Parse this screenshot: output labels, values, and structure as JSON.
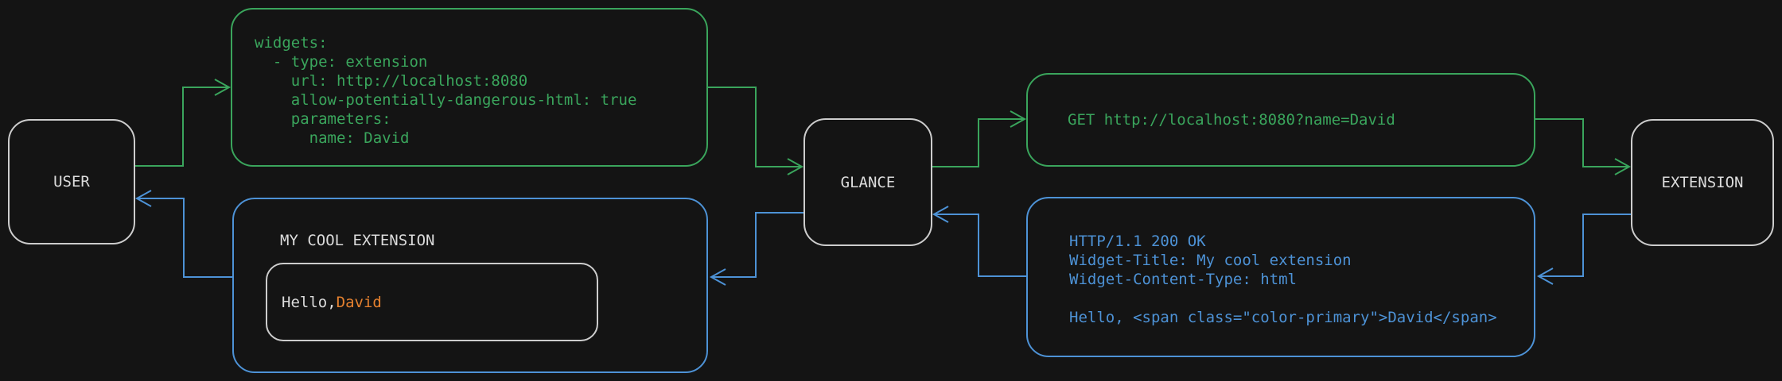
{
  "diagram": {
    "nodes": {
      "user": {
        "label": "USER"
      },
      "glance": {
        "label": "GLANCE"
      },
      "extension": {
        "label": "EXTENSION"
      }
    },
    "config_box": {
      "code": "widgets:\n  - type: extension\n    url: http://localhost:8080\n    allow-potentially-dangerous-html: true\n    parameters:\n      name: David"
    },
    "request_box": {
      "code": "GET http://localhost:8080?name=David"
    },
    "response_box": {
      "code": "HTTP/1.1 200 OK\nWidget-Title: My cool extension\nWidget-Content-Type: html\n\nHello, <span class=\"color-primary\">David</span>"
    },
    "widget_preview": {
      "title": "MY COOL EXTENSION",
      "greeting_prefix": "Hello, ",
      "greeting_name": "David"
    },
    "colors": {
      "background": "#141414",
      "request_green": "#3aa55c",
      "response_blue": "#4d92d6",
      "primary_orange": "#e5812f",
      "neutral_border": "#cdcdcd",
      "text_light": "#dcdcdc"
    }
  }
}
